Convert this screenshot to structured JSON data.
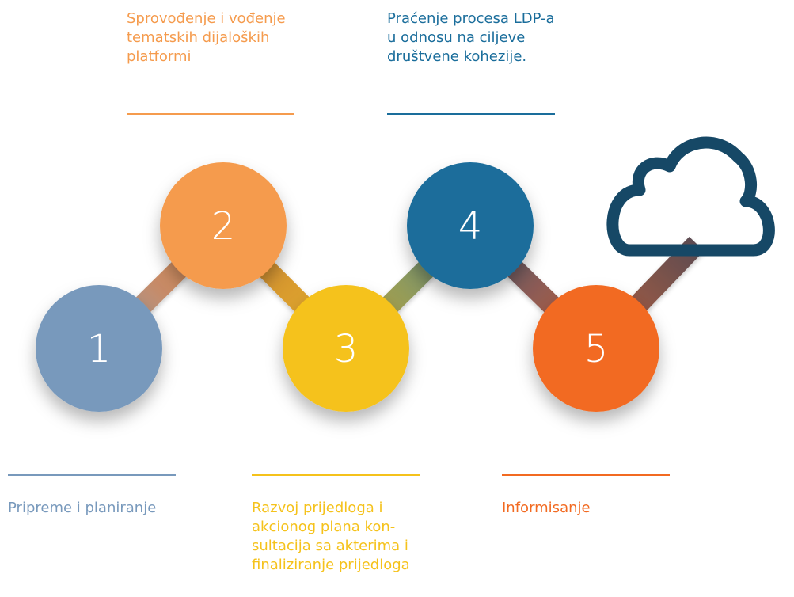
{
  "steps": [
    {
      "number": "1",
      "color": "#7899bc",
      "text_lines": [
        "Pripreme i planiranje"
      ]
    },
    {
      "number": "2",
      "color": "#f59b4d",
      "text_lines": [
        "Sprovođenje i vođenje",
        "tematskih dijaloških",
        "platformi"
      ]
    },
    {
      "number": "3",
      "color": "#f5c21b",
      "text_lines": [
        "Razvoj prijedloga i",
        "akcionog plana kon-",
        "sultacija sa akterima i",
        "finaliziranje prijedloga"
      ]
    },
    {
      "number": "4",
      "color": "#1a6d9b",
      "text_lines": [
        "Praćenje procesa LDP-a",
        "u odnosu na ciljeve",
        "društvene kohezije."
      ]
    },
    {
      "number": "5",
      "color": "#f26a21",
      "text_lines": [
        "Informisanje"
      ]
    }
  ],
  "icons": {
    "end": "cloud-icon"
  },
  "colors": {
    "cloud_stroke": "#164866",
    "number_text": "#ffffff"
  }
}
